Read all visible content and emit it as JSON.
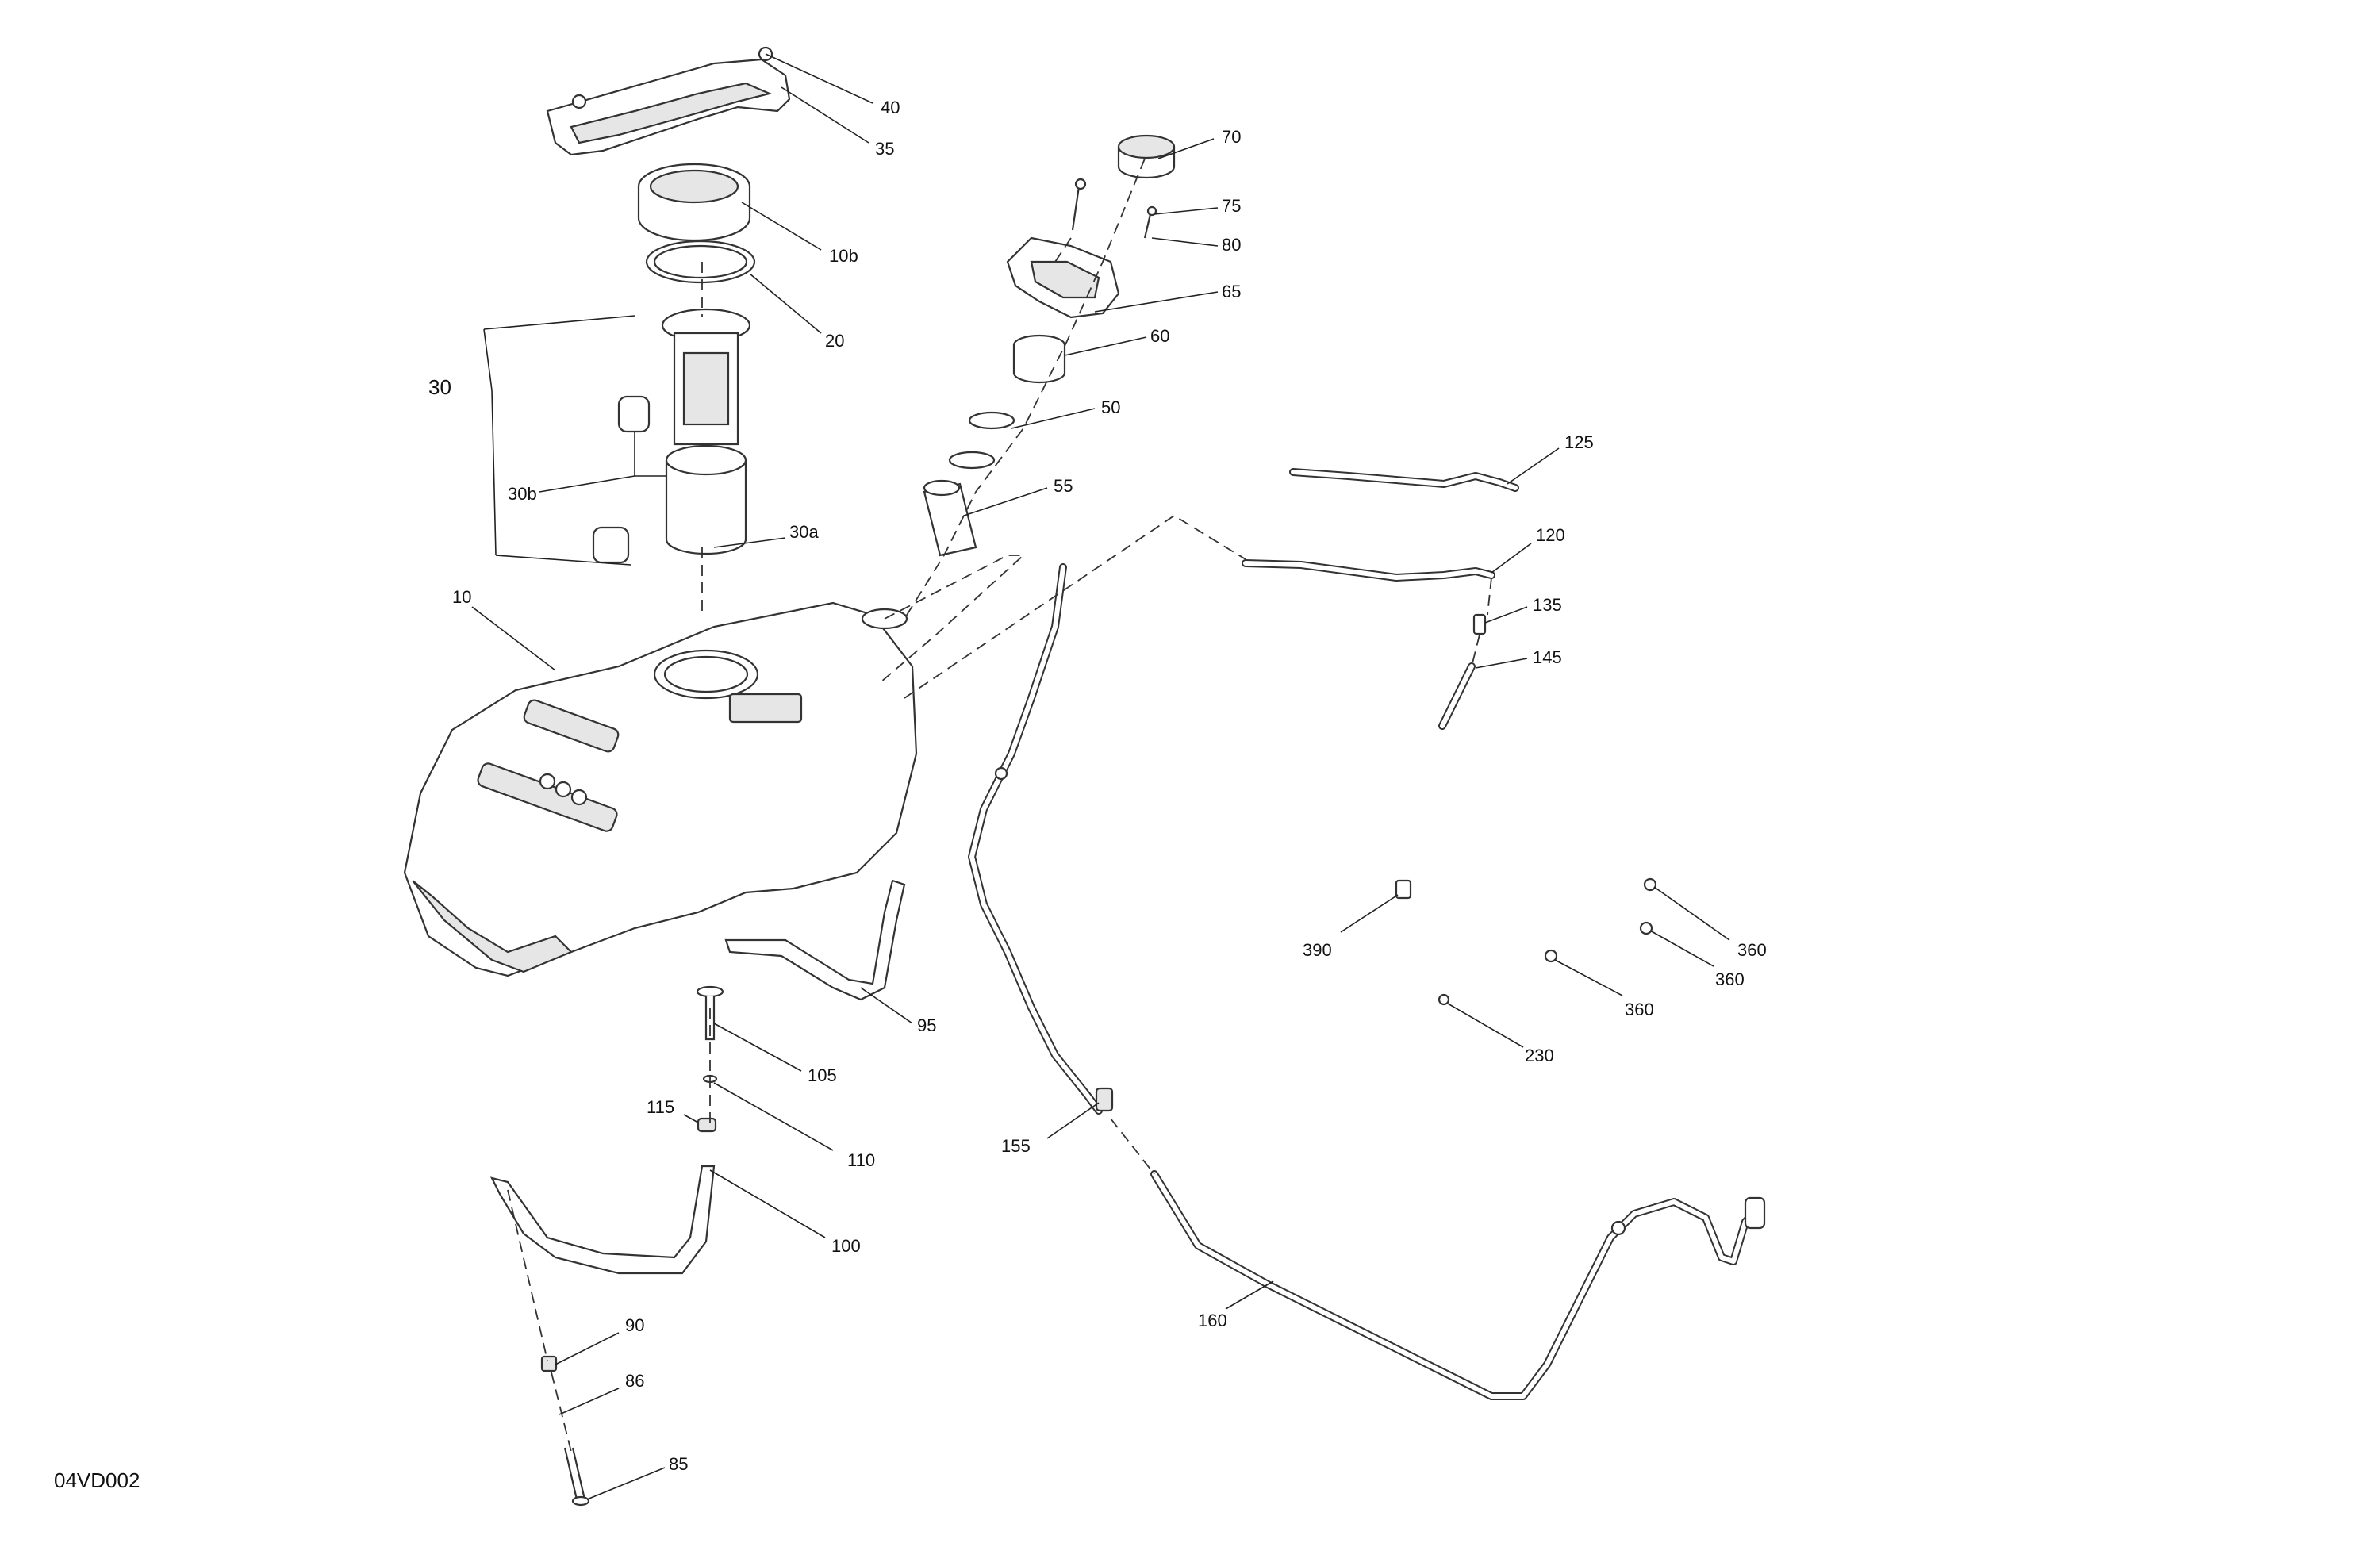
{
  "diagram_id": "04VD002",
  "callouts": [
    "40",
    "35",
    "10b",
    "20",
    "30",
    "30b",
    "30a",
    "10",
    "70",
    "75",
    "80",
    "65",
    "60",
    "50",
    "55",
    "125",
    "120",
    "135",
    "145",
    "95",
    "105",
    "115",
    "110",
    "100",
    "155",
    "160",
    "90",
    "86",
    "85",
    "390",
    "360",
    "360",
    "360",
    "230"
  ]
}
